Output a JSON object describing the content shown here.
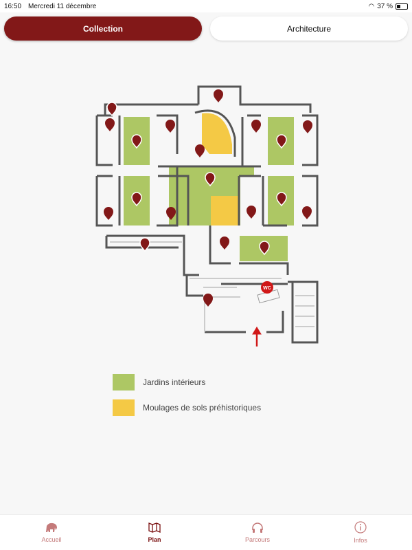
{
  "status_bar": {
    "time": "16:50",
    "date": "Mercredi 11 décembre",
    "battery": "37 %",
    "battery_level": 0.37
  },
  "segments": {
    "active": "Collection",
    "inactive": "Architecture"
  },
  "map": {
    "wc_label": "WC"
  },
  "legend": [
    {
      "label": "Jardins intérieurs",
      "color": "#adc764"
    },
    {
      "label": "Moulages de sols préhistoriques",
      "color": "#f4c945"
    }
  ],
  "tabs": [
    {
      "label": "Accueil",
      "icon": "mammoth-icon"
    },
    {
      "label": "Plan",
      "icon": "map-icon"
    },
    {
      "label": "Parcours",
      "icon": "headphones-icon"
    },
    {
      "label": "Infos",
      "icon": "info-icon"
    }
  ],
  "colors": {
    "accent": "#821818",
    "green": "#adc764",
    "yellow": "#f4c945",
    "wall": "#555555"
  }
}
